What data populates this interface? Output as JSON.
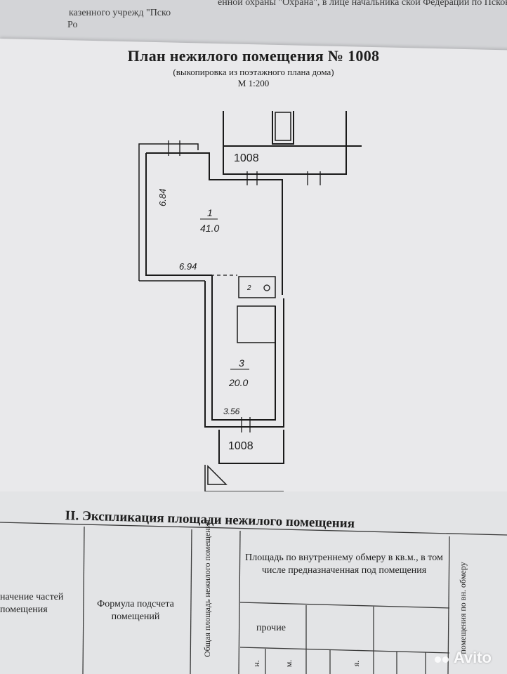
{
  "header": {
    "line1": "енной охраны  \"Охрана\",  в лице начальника    ской Федерации по Псковск",
    "line2": "казенного учрежд                \"Пско",
    "line3": "Ро"
  },
  "plan": {
    "title": "План нежилого помещения № 1008",
    "subtitle": "(выкопировка из поэтажного плана дома)",
    "scale": "М 1:200",
    "label_top": "1008",
    "label_bottom": "1008",
    "room1_num": "1",
    "room1_area": "41.0",
    "room3_num": "3",
    "room3_area": "20.0",
    "room2_num": "2",
    "dim_684": "6.84",
    "dim_694": "6.94",
    "dim_356": "3.56"
  },
  "explication": {
    "title": "II. Экспликация площади нежилого помещения",
    "col_parts": "начение частей помещения",
    "col_formula": "Формула подсчета помещений",
    "col_total": "Общая площадь нежилого помещения",
    "col_area": "Площадь по внутреннему обмеру в кв.м., в том числе предназначенная под помещения",
    "col_other": "прочие",
    "col_right": "помещения по вн. обмеру",
    "sub1": "н.",
    "sub2": "м.",
    "sub3": "я."
  },
  "watermark": "Avito"
}
